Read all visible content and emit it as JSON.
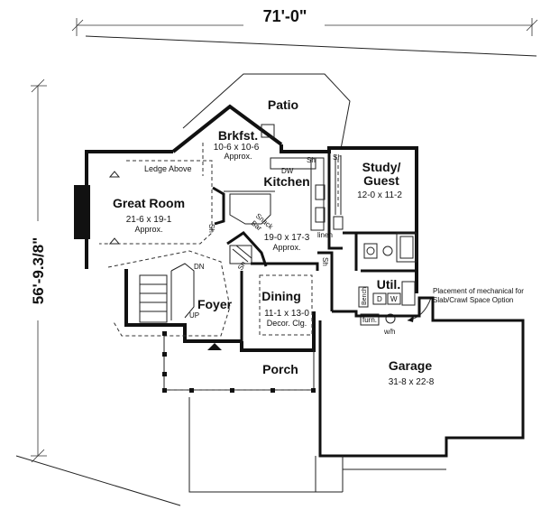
{
  "dimensions": {
    "width_label": "71'-0\"",
    "depth_label": "56'-9.3/8\""
  },
  "rooms": {
    "patio": {
      "name": "Patio"
    },
    "breakfast": {
      "name": "Brkfst.",
      "size": "10-6 x 10-6",
      "note": "Approx."
    },
    "kitchen": {
      "name": "Kitchen",
      "size": "19-0 x 17-3",
      "note": "Approx."
    },
    "study": {
      "name_line1": "Study/",
      "name_line2": "Guest",
      "size": "12-0 x 11-2"
    },
    "great_room": {
      "name": "Great Room",
      "size": "21-6 x 19-1",
      "note": "Approx."
    },
    "foyer": {
      "name": "Foyer"
    },
    "dining": {
      "name": "Dining",
      "size": "11-1 x 13-0",
      "note": "Decor. Clg."
    },
    "laundry": {
      "name": "Util."
    },
    "garage": {
      "name": "Garage",
      "size": "31-8 x 22-8"
    },
    "porch": {
      "name": "Porch"
    }
  },
  "labels": {
    "ledge": "Ledge Above",
    "dw": "DW",
    "snack_line1": "Snack",
    "snack_line2": "Bar",
    "sh_kitchen": "Sh",
    "sh_study": "Sh",
    "sh_greatroom": "Sh",
    "sh_hall": "Sh",
    "sh_linen": "Sh",
    "linen": "linen",
    "dn": "DN",
    "up": "UP",
    "bench": "Bench",
    "dryer": "D",
    "washer": "W",
    "furnace": "furn.",
    "water_heater": "w/h"
  },
  "callouts": {
    "mechanical_line1": "Placement of mechanical for",
    "mechanical_line2": "Slab/Crawl Space Option"
  }
}
